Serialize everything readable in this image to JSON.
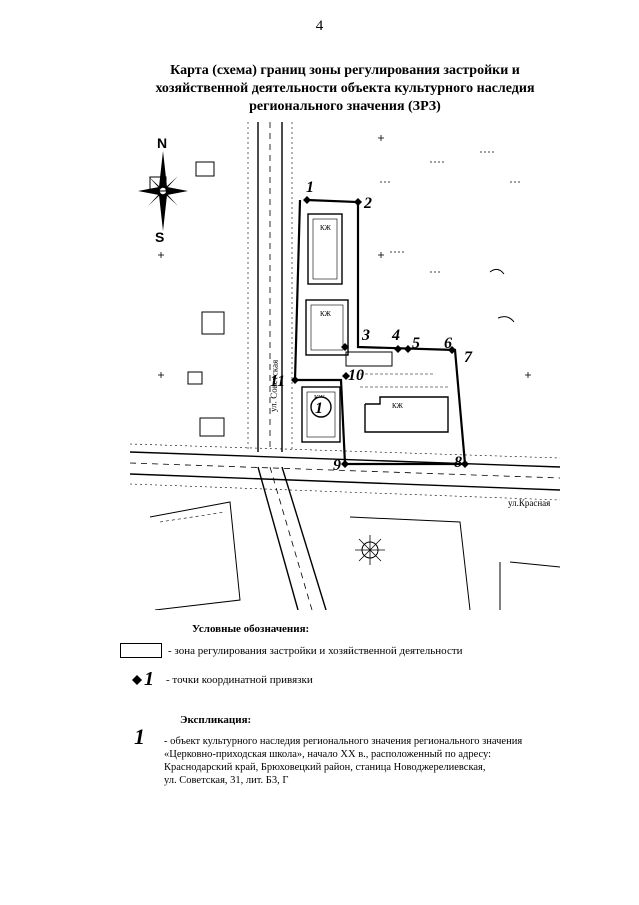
{
  "page_number": "4",
  "title_lines": [
    "Карта (схема) границ зоны регулирования застройки и",
    "хозяйственной деятельности объекта культурного наследия",
    "регионального значения (ЗРЗ)"
  ],
  "compass": {
    "north": "N",
    "south": "S"
  },
  "map": {
    "street_sovetskaya": "ул. Советская",
    "street_krasnaya": "ул.Красная",
    "building_label": "КЖ",
    "object_marker": "1",
    "points": [
      "1",
      "2",
      "3",
      "4",
      "5",
      "6",
      "7",
      "8",
      "9",
      "10",
      "11"
    ],
    "boundary_color": "#000000"
  },
  "legend": {
    "heading": "Условные обозначения:",
    "zone_text": "- зона регулирования застройки и хозяйственной деятельности",
    "point_number": "1",
    "point_text": "- точки координатной привязки"
  },
  "explication": {
    "heading": "Экспликация:",
    "number": "1",
    "lines": [
      "- объект культурного наследия регионального значения регионального значения",
      "«Церковно-приходская школа», начало XX в., расположенный по адресу:",
      "Краснодарский край, Брюховецкий район, станица Новоджерелиевская,",
      "ул. Советская, 31, лит. Б3, Г"
    ]
  }
}
